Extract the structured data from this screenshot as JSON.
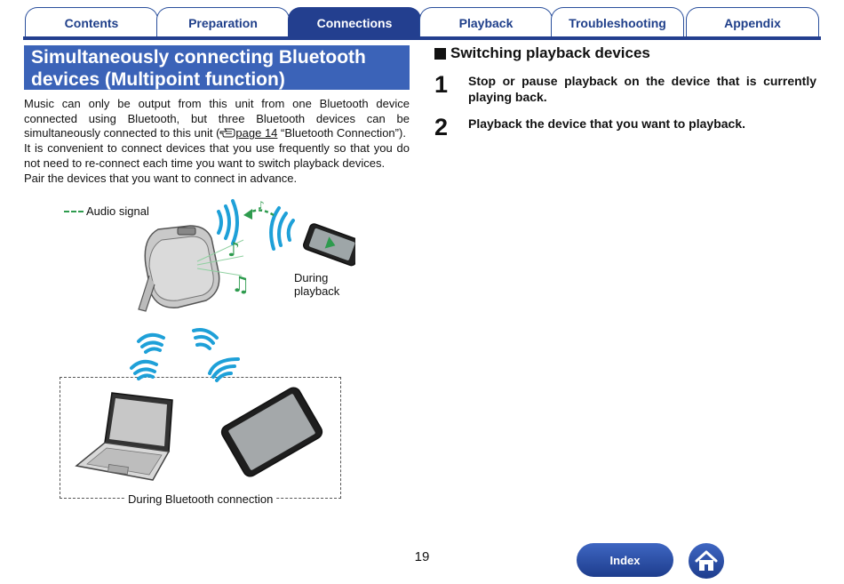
{
  "tabs": [
    {
      "label": "Contents",
      "active": false
    },
    {
      "label": "Preparation",
      "active": false
    },
    {
      "label": "Connections",
      "active": true
    },
    {
      "label": "Playback",
      "active": false
    },
    {
      "label": "Troubleshooting",
      "active": false
    },
    {
      "label": "Appendix",
      "active": false
    }
  ],
  "section": {
    "title": "Simultaneously connecting Bluetooth devices (Multipoint function)",
    "para1_before": "Music can only be output from this unit from one Bluetooth device connected using Bluetooth, but three Bluetooth devices can be simultaneously connected to this unit (",
    "para1_link": "page 14",
    "para1_after": " “Bluetooth Connection”).",
    "para2": "It is convenient to connect devices that you use frequently so that you do not need to re-connect each time you want to switch playback devices.",
    "para3": "Pair the devices that you want to connect in advance."
  },
  "illustration": {
    "legend_label": "Audio signal",
    "caption_playback": "During playback",
    "caption_bt": "During Bluetooth connection"
  },
  "switching": {
    "heading": "Switching playback devices",
    "steps": [
      {
        "num": "1",
        "text": "Stop or pause playback on the device that is currently playing back."
      },
      {
        "num": "2",
        "text": "Playback the device that you want to playback."
      }
    ]
  },
  "footer": {
    "page_number": "19",
    "index_label": "Index"
  },
  "colors": {
    "tab_navy": "#233f8f",
    "title_blue": "#3b63b8",
    "signal_green": "#2e9b4e",
    "wave_blue": "#1ea0d8"
  },
  "icons": [
    "hand-pointer-icon",
    "home-icon",
    "music-note-icon",
    "bluetooth-wave-icon"
  ]
}
